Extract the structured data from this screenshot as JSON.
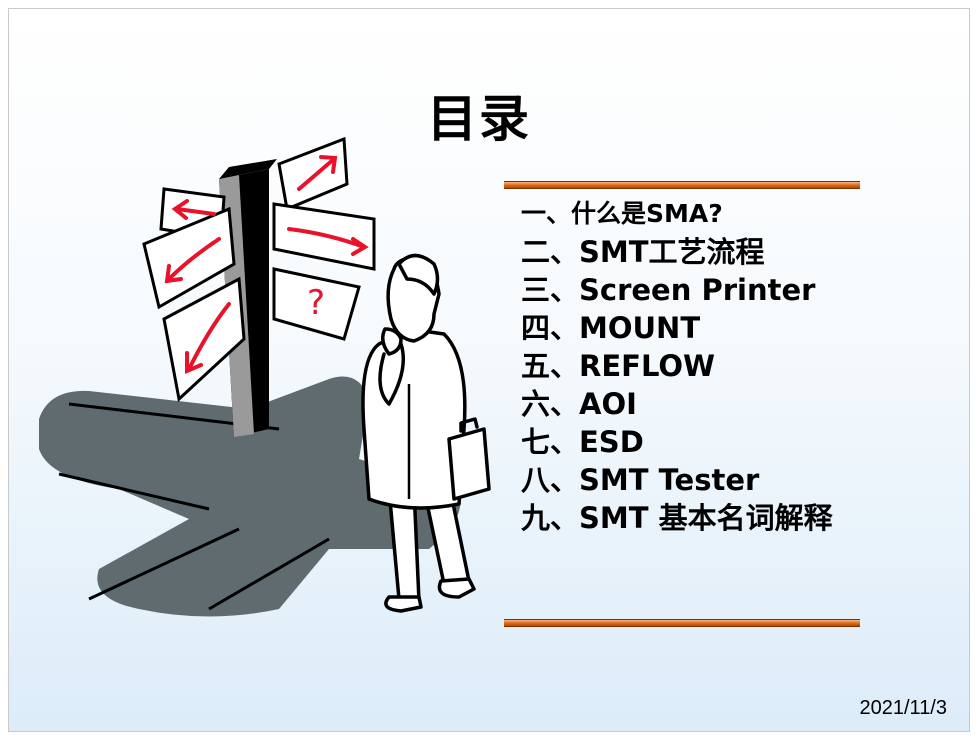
{
  "slide": {
    "title": "目录",
    "toc": [
      "一、什么是SMA?",
      "二、SMT工艺流程",
      "三、Screen Printer",
      "四、MOUNT",
      "五、REFLOW",
      "六、AOI",
      "七、ESD",
      "八、SMT Tester",
      "九、SMT 基本名词解释"
    ],
    "date": "2021/11/3"
  },
  "illustration": {
    "icon": "signpost-person-icon",
    "sign_symbol": "?",
    "colors": {
      "shadow": "#5f6b6e",
      "arrow": "#e8132a",
      "accent_rule": "#e46d1c"
    }
  }
}
